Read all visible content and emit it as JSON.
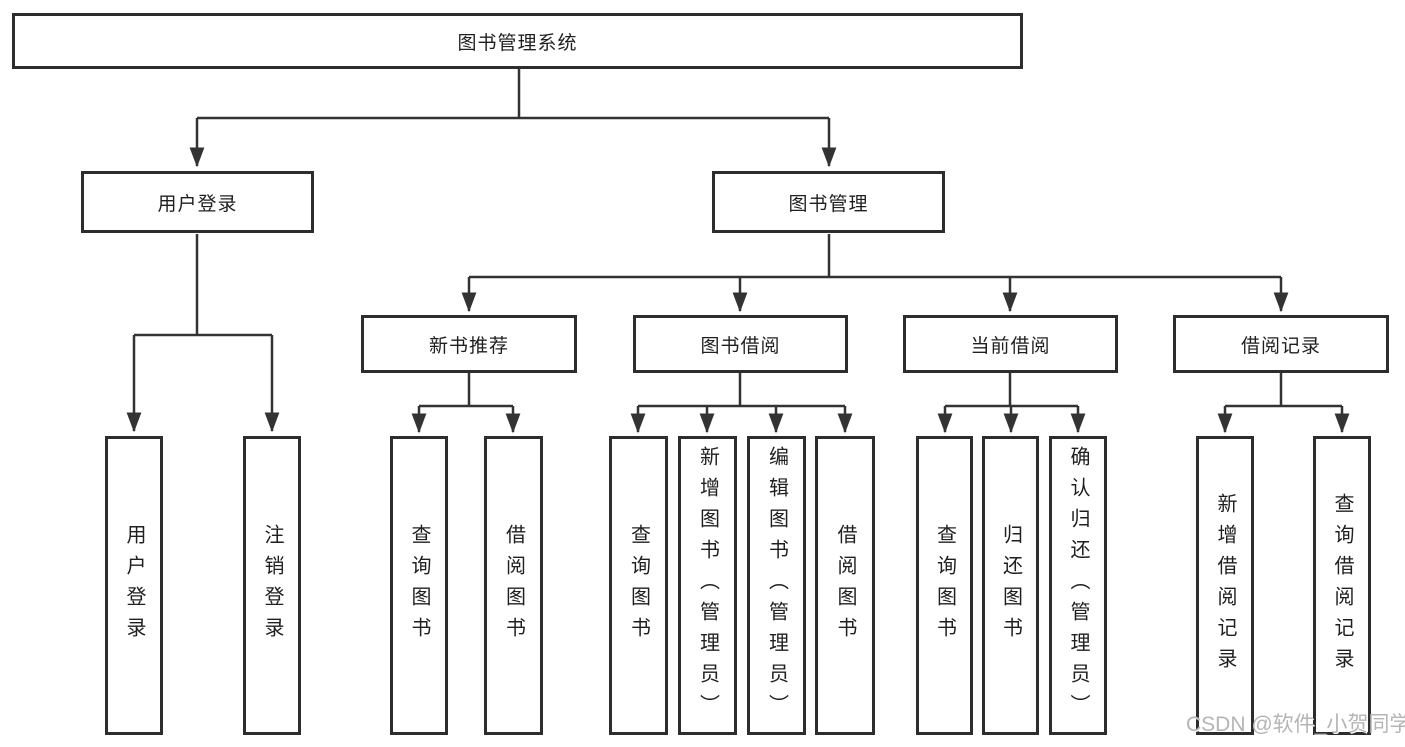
{
  "nodes": {
    "root": {
      "label": "图书管理系统"
    },
    "user_login": {
      "label": "用户登录"
    },
    "login": {
      "label": "用户登录"
    },
    "logout": {
      "label": "注销登录"
    },
    "book_mgmt": {
      "label": "图书管理"
    },
    "new_book_rec": {
      "label": "新书推荐"
    },
    "nbr_query": {
      "label": "查询图书"
    },
    "nbr_borrow": {
      "label": "借阅图书"
    },
    "book_borrow": {
      "label": "图书借阅"
    },
    "bb_query": {
      "label": "查询图书"
    },
    "bb_add": {
      "label": "新增图书（管理员）"
    },
    "bb_edit": {
      "label": "编辑图书（管理员）"
    },
    "bb_borrow": {
      "label": "借阅图书"
    },
    "current_borrow": {
      "label": "当前借阅"
    },
    "cb_query": {
      "label": "查询图书"
    },
    "cb_return": {
      "label": "归还图书"
    },
    "cb_confirm": {
      "label": "确认归还（管理员）"
    },
    "borrow_record": {
      "label": "借阅记录"
    },
    "br_add": {
      "label": "新增借阅记录"
    },
    "br_query": {
      "label": "查询借阅记录"
    }
  },
  "watermark": {
    "text": "CSDN @软件_小贺同学"
  },
  "colors": {
    "line": "#333333",
    "box_border": "#2d2d2d",
    "text": "#1f1f1f",
    "watermark": "#b5b5b5",
    "background": "#ffffff"
  }
}
